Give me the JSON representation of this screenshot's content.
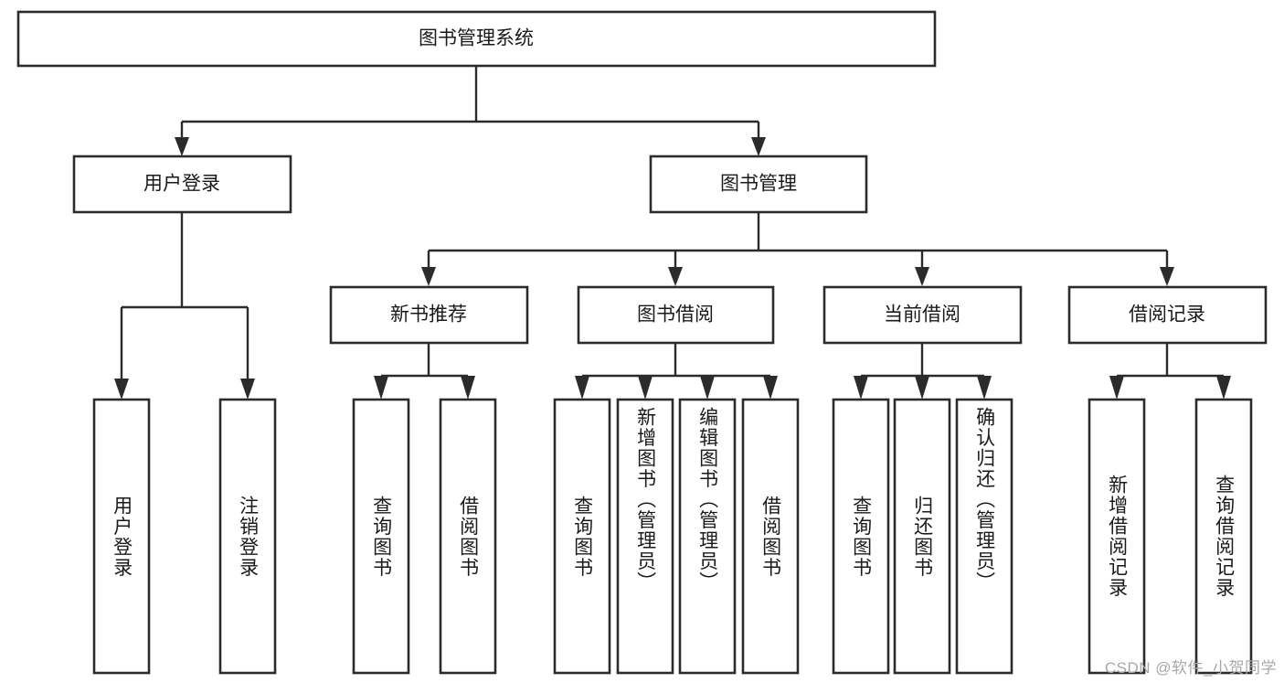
{
  "diagram": {
    "type": "tree-hierarchy",
    "title": "图书管理系统",
    "watermark": "CSDN @软件_小贺同学",
    "colors": {
      "background": "#ffffff",
      "box_fill": "#ffffff",
      "box_stroke": "#2b2b2b",
      "text": "#1a1a1a",
      "watermark": "#a8a8a8"
    },
    "root": {
      "label": "图书管理系统",
      "orientation": "horizontal"
    },
    "level1": [
      {
        "label": "用户登录",
        "orientation": "horizontal"
      },
      {
        "label": "图书管理",
        "orientation": "horizontal"
      }
    ],
    "level2": [
      {
        "label": "新书推荐",
        "orientation": "horizontal",
        "parent": "图书管理"
      },
      {
        "label": "图书借阅",
        "orientation": "horizontal",
        "parent": "图书管理"
      },
      {
        "label": "当前借阅",
        "orientation": "horizontal",
        "parent": "图书管理"
      },
      {
        "label": "借阅记录",
        "orientation": "horizontal",
        "parent": "图书管理"
      }
    ],
    "leaves": [
      {
        "label": "用户登录",
        "parent": "用户登录",
        "orientation": "vertical"
      },
      {
        "label": "注销登录",
        "parent": "用户登录",
        "orientation": "vertical"
      },
      {
        "label": "查询图书",
        "parent": "新书推荐",
        "orientation": "vertical"
      },
      {
        "label": "借阅图书",
        "parent": "新书推荐",
        "orientation": "vertical"
      },
      {
        "label": "查询图书",
        "parent": "图书借阅",
        "orientation": "vertical"
      },
      {
        "label": "新增图书（管理员）",
        "parent": "图书借阅",
        "orientation": "vertical"
      },
      {
        "label": "编辑图书（管理员）",
        "parent": "图书借阅",
        "orientation": "vertical"
      },
      {
        "label": "借阅图书",
        "parent": "图书借阅",
        "orientation": "vertical"
      },
      {
        "label": "查询图书",
        "parent": "当前借阅",
        "orientation": "vertical"
      },
      {
        "label": "归还图书",
        "parent": "当前借阅",
        "orientation": "vertical"
      },
      {
        "label": "确认归还（管理员）",
        "parent": "当前借阅",
        "orientation": "vertical"
      },
      {
        "label": "新增借阅记录",
        "parent": "借阅记录",
        "orientation": "vertical"
      },
      {
        "label": "查询借阅记录",
        "parent": "借阅记录",
        "orientation": "vertical"
      }
    ]
  }
}
